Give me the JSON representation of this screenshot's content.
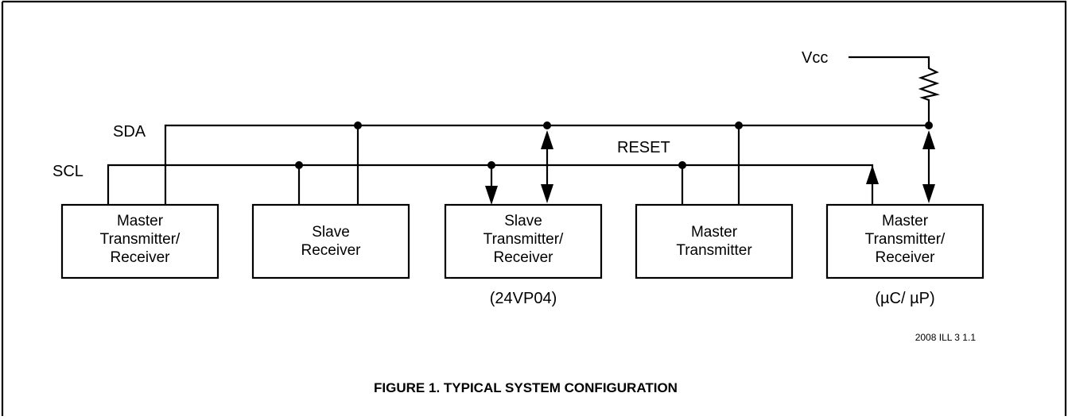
{
  "signals": {
    "vcc": "Vcc",
    "sda": "SDA",
    "scl": "SCL",
    "reset": "RESET"
  },
  "devices": [
    {
      "lines": [
        "Master",
        "Transmitter/",
        "Receiver"
      ],
      "note": ""
    },
    {
      "lines": [
        "Slave",
        "Receiver"
      ],
      "note": ""
    },
    {
      "lines": [
        "Slave",
        "Transmitter/",
        "Receiver"
      ],
      "note": "(24VP04)"
    },
    {
      "lines": [
        "Master",
        "Transmitter"
      ],
      "note": ""
    },
    {
      "lines": [
        "Master",
        "Transmitter/",
        "Receiver"
      ],
      "note": "(µC/ µP)"
    }
  ],
  "illustration_id": "2008 ILL 3 1.1",
  "caption": "FIGURE 1.  TYPICAL SYSTEM CONFIGURATION"
}
